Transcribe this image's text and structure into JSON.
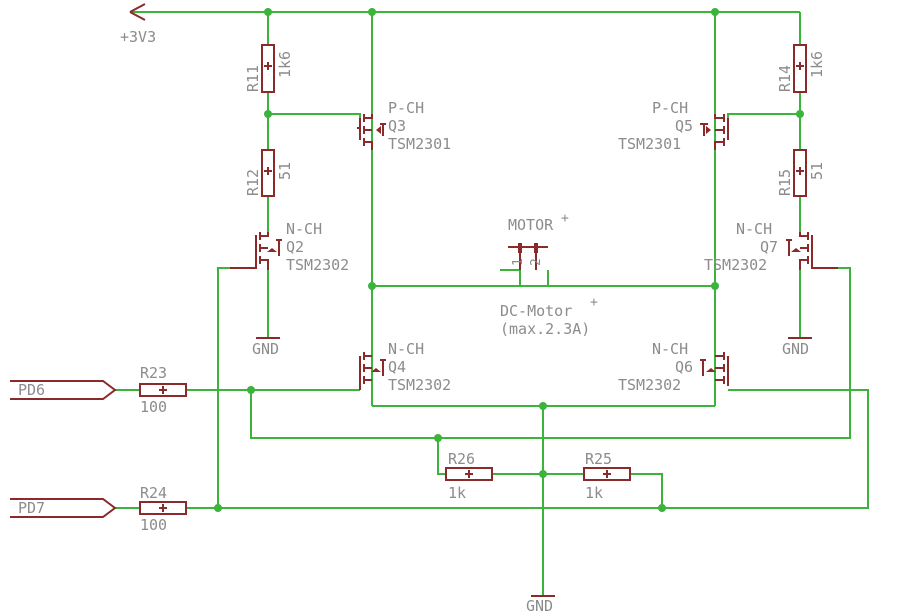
{
  "supply_label": "+3V3",
  "gnd_label": "GND",
  "motor": {
    "name": "MOTOR",
    "value": "DC-Motor",
    "note": "(max.2.3A)",
    "pin1": "1",
    "pin2": "2",
    "plus": "+"
  },
  "resistors": [
    {
      "name": "R11",
      "value": "1k6"
    },
    {
      "name": "R12",
      "value": "51"
    },
    {
      "name": "R14",
      "value": "1k6"
    },
    {
      "name": "R15",
      "value": "51"
    },
    {
      "name": "R23",
      "value": "100"
    },
    {
      "name": "R24",
      "value": "100"
    },
    {
      "name": "R26",
      "value": "1k"
    },
    {
      "name": "R25",
      "value": "1k"
    }
  ],
  "transistors": [
    {
      "name": "Q3",
      "type": "P-CH",
      "value": "TSM2301"
    },
    {
      "name": "Q5",
      "type": "P-CH",
      "value": "TSM2301"
    },
    {
      "name": "Q2",
      "type": "N-CH",
      "value": "TSM2302"
    },
    {
      "name": "Q7",
      "type": "N-CH",
      "value": "TSM2302"
    },
    {
      "name": "Q4",
      "type": "N-CH",
      "value": "TSM2302"
    },
    {
      "name": "Q6",
      "type": "N-CH",
      "value": "TSM2302"
    }
  ],
  "ports": [
    {
      "name": "PD6"
    },
    {
      "name": "PD7"
    }
  ],
  "colors": {
    "wire": "#3cb43c",
    "part": "#8b2a2a",
    "text": "#8c8c8c"
  }
}
